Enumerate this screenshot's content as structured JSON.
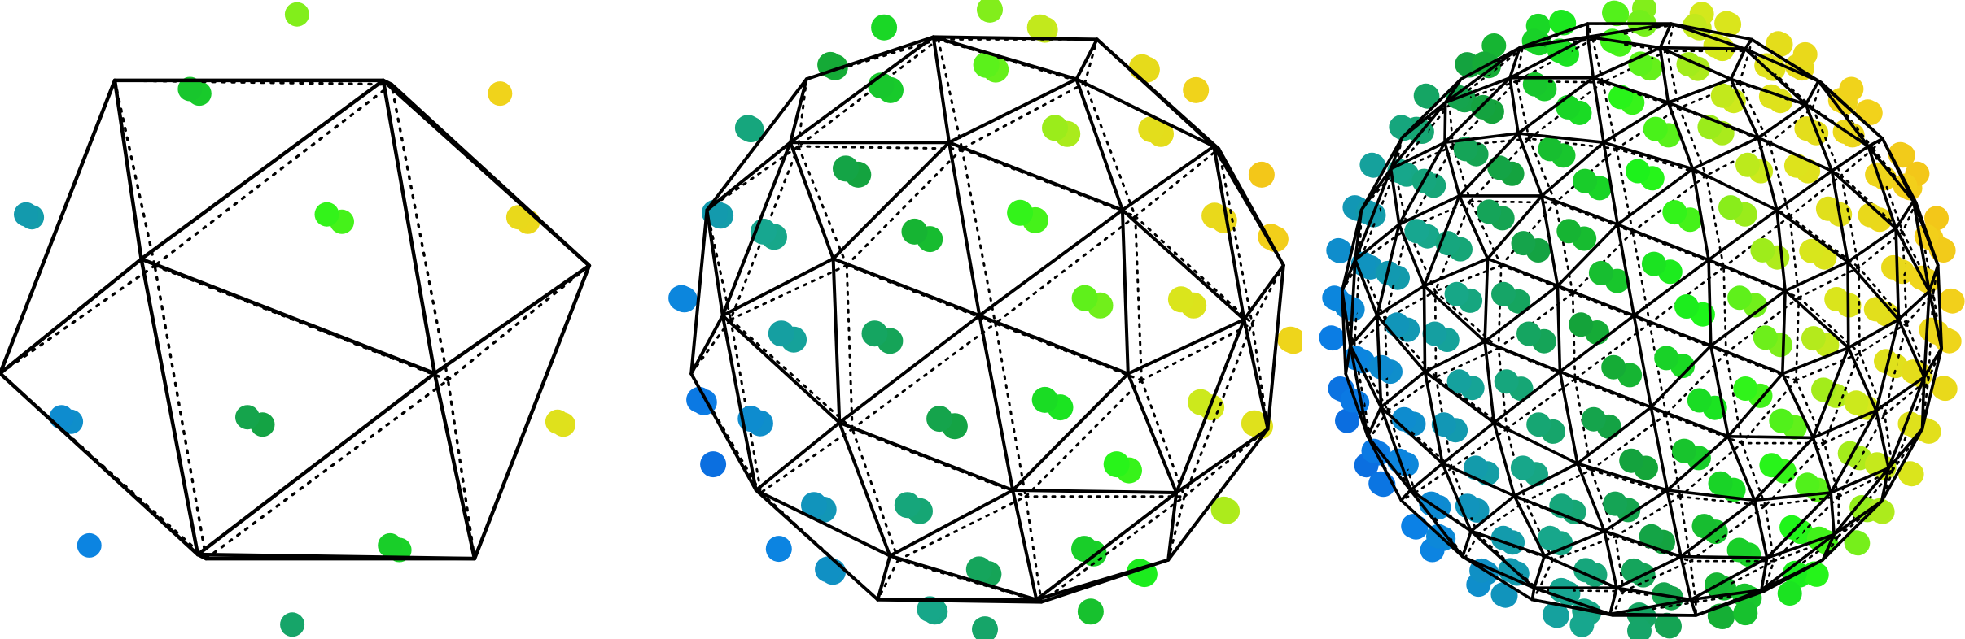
{
  "figure": {
    "panels": [
      {
        "key": "icosahedron",
        "subdivision_level": 0,
        "type": "icosahedral geodesic mesh",
        "face_count": 20
      },
      {
        "key": "geodesic-level-1",
        "subdivision_level": 1,
        "type": "icosahedral geodesic mesh",
        "face_count": 80
      },
      {
        "key": "geodesic-level-2",
        "subdivision_level": 2,
        "type": "icosahedral geodesic mesh",
        "face_count": 320
      }
    ],
    "style": {
      "front_edge_color": "#000000",
      "hidden_edge_style": "dotted",
      "background": "#ffffff",
      "colormap": [
        "#0a1fc6",
        "#0b82e6",
        "#17a78f",
        "#14a33a",
        "#1df51a",
        "#d6e81c",
        "#f2d21b",
        "#f59a12"
      ]
    }
  }
}
